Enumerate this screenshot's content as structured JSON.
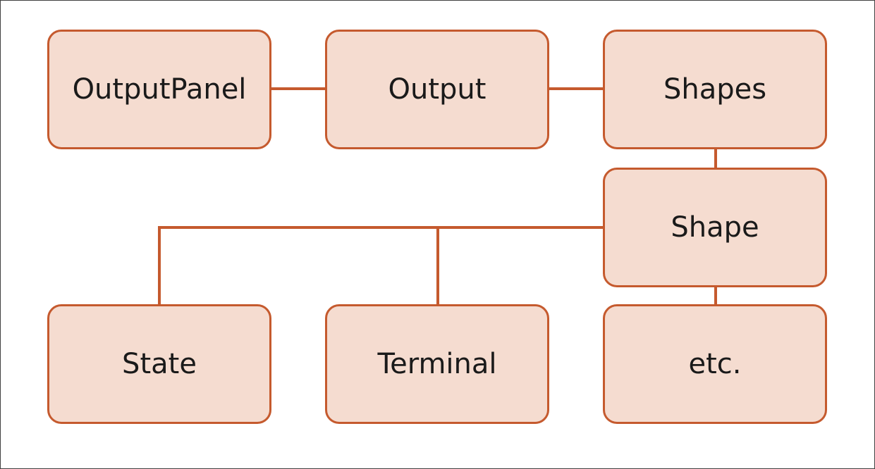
{
  "diagram": {
    "nodes": [
      {
        "id": "outputpanel",
        "label": "OutputPanel"
      },
      {
        "id": "output",
        "label": "Output"
      },
      {
        "id": "shapes",
        "label": "Shapes"
      },
      {
        "id": "shape",
        "label": "Shape"
      },
      {
        "id": "state",
        "label": "State"
      },
      {
        "id": "terminal",
        "label": "Terminal"
      },
      {
        "id": "etc",
        "label": "etc."
      }
    ],
    "edges": [
      {
        "from": "outputpanel",
        "to": "output"
      },
      {
        "from": "output",
        "to": "shapes"
      },
      {
        "from": "shapes",
        "to": "shape"
      },
      {
        "from": "shape",
        "to": "state"
      },
      {
        "from": "shape",
        "to": "terminal"
      },
      {
        "from": "shape",
        "to": "etc"
      }
    ],
    "colors": {
      "node_fill": "#f5dcd0",
      "node_border": "#c55a2e",
      "connector": "#c55a2e",
      "frame_border": "#404040"
    }
  }
}
